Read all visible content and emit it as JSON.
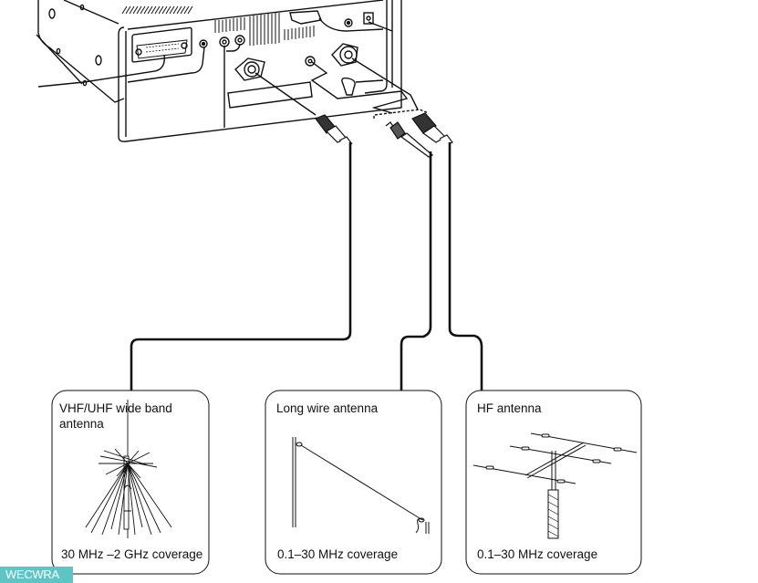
{
  "diagram": {
    "title": "Receiver rear panel antenna connections",
    "antennas": [
      {
        "id": "vhf-uhf",
        "title_lines": [
          "VHF/UHF wide band",
          "antenna"
        ],
        "coverage": "30 MHz –2 GHz coverage",
        "type": "discone"
      },
      {
        "id": "long-wire",
        "title_lines": [
          "Long wire antenna"
        ],
        "coverage": "0.1–30 MHz coverage",
        "type": "long-wire"
      },
      {
        "id": "hf",
        "title_lines": [
          "HF antenna"
        ],
        "coverage": "0.1–30 MHz coverage",
        "type": "yagi"
      }
    ],
    "connectors": [
      {
        "name": "vhf-uhf-n-connector",
        "connects_to": "vhf-uhf"
      },
      {
        "name": "long-wire-rca-plug",
        "connects_to": "long-wire"
      },
      {
        "name": "hf-pl259-plug",
        "connects_to": "hf"
      }
    ]
  },
  "watermark": {
    "text": "WECWRA",
    "color": "#5fc4c4"
  }
}
